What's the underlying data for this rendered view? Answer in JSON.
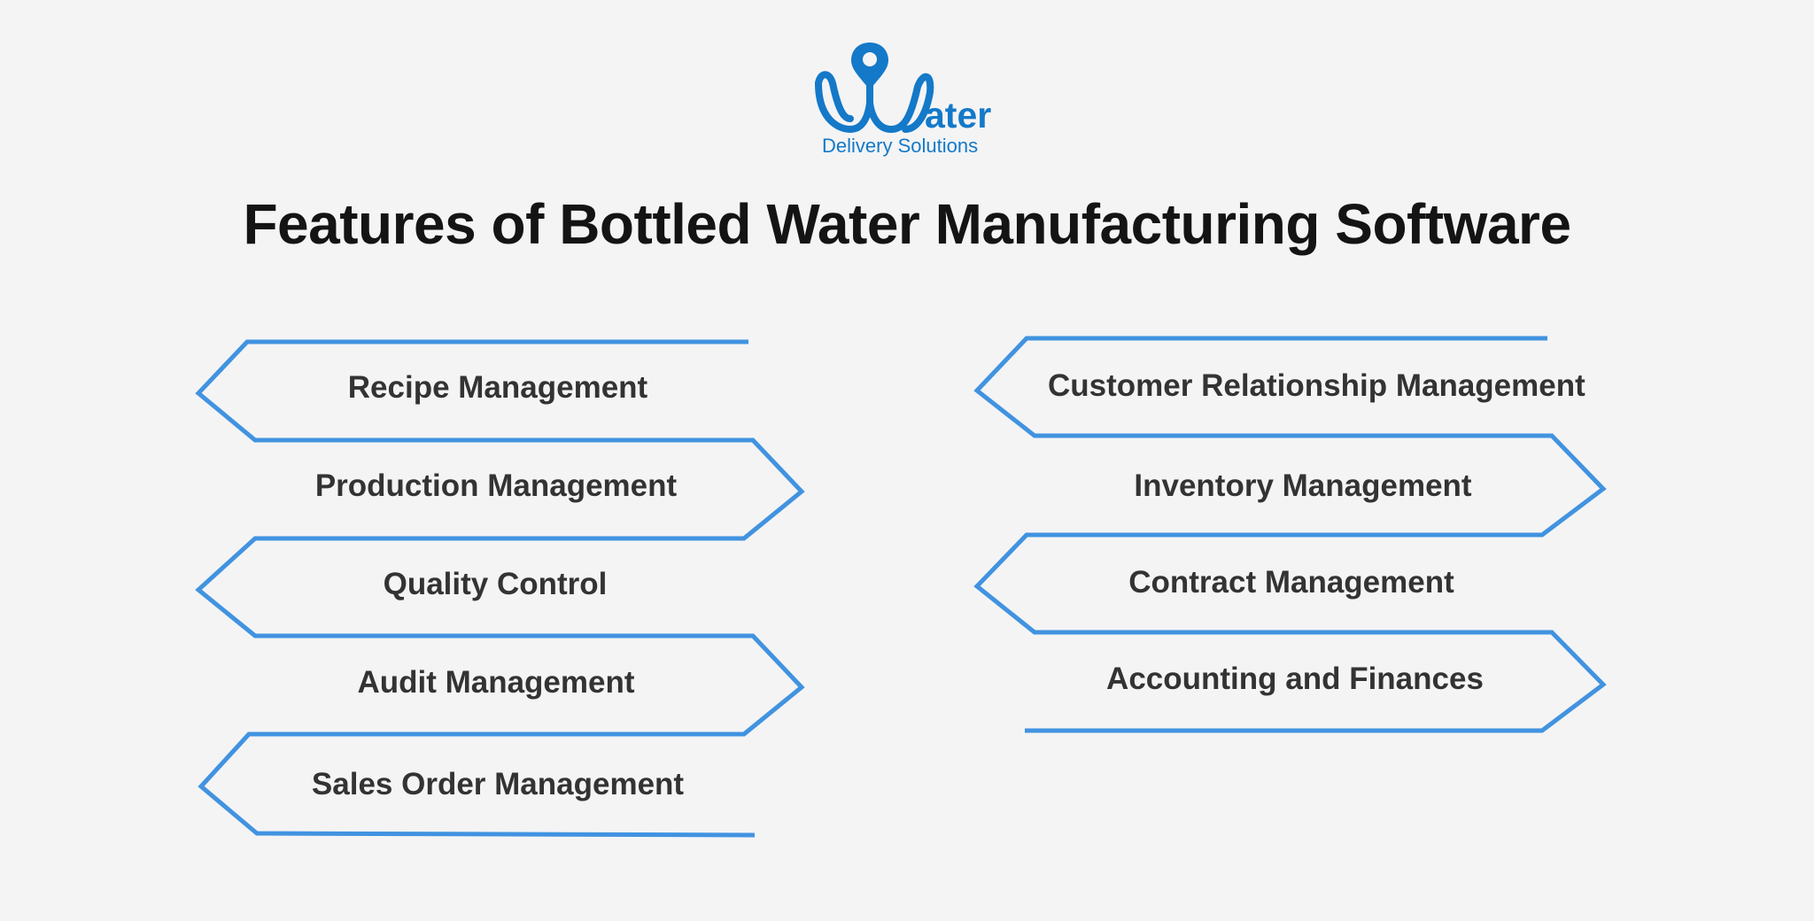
{
  "logo": {
    "word": "ater",
    "subtitle": "Delivery Solutions",
    "brand_color": "#1479c8"
  },
  "title": "Features of Bottled Water Manufacturing Software",
  "colors": {
    "frame_stroke": "#4193e0",
    "label_text": "#333333",
    "background": "#f4f4f5"
  },
  "features": {
    "left": [
      {
        "label": "Recipe Management"
      },
      {
        "label": "Production Management"
      },
      {
        "label": "Quality Control"
      },
      {
        "label": "Audit Management"
      },
      {
        "label": "Sales Order Management"
      }
    ],
    "right": [
      {
        "label": "Customer Relationship Management"
      },
      {
        "label": "Inventory Management"
      },
      {
        "label": "Contract Management"
      },
      {
        "label": "Accounting and Finances"
      }
    ]
  }
}
